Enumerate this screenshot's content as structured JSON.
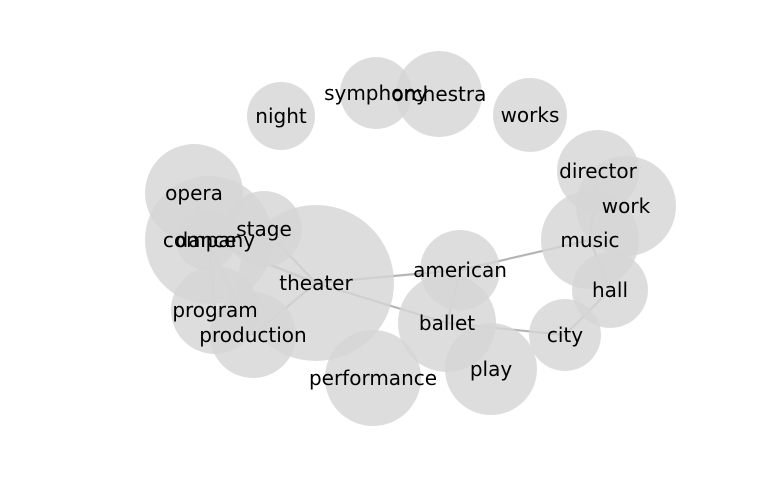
{
  "graph": {
    "colors": {
      "node_fill": "#d6d6d6",
      "edge": "#a8a8a8",
      "label": "#000000",
      "background": "#ffffff"
    },
    "nodes": [
      {
        "id": "theater",
        "label": "theater"
      },
      {
        "id": "company",
        "label": "company"
      },
      {
        "id": "dance",
        "label": "dance"
      },
      {
        "id": "opera",
        "label": "opera"
      },
      {
        "id": "stage",
        "label": "stage"
      },
      {
        "id": "program",
        "label": "program"
      },
      {
        "id": "production",
        "label": "production"
      },
      {
        "id": "performance",
        "label": "performance"
      },
      {
        "id": "ballet",
        "label": "ballet"
      },
      {
        "id": "play",
        "label": "play"
      },
      {
        "id": "american",
        "label": "american"
      },
      {
        "id": "music",
        "label": "music"
      },
      {
        "id": "work",
        "label": "work"
      },
      {
        "id": "director",
        "label": "director"
      },
      {
        "id": "hall",
        "label": "hall"
      },
      {
        "id": "city",
        "label": "city"
      },
      {
        "id": "night",
        "label": "night"
      },
      {
        "id": "symphony",
        "label": "symphony"
      },
      {
        "id": "orchestra",
        "label": "orchestra"
      },
      {
        "id": "works",
        "label": "works"
      }
    ],
    "edges": [
      [
        "theater",
        "company"
      ],
      [
        "theater",
        "dance"
      ],
      [
        "theater",
        "stage"
      ],
      [
        "theater",
        "production"
      ],
      [
        "theater",
        "american"
      ],
      [
        "theater",
        "ballet"
      ],
      [
        "company",
        "stage"
      ],
      [
        "company",
        "dance"
      ],
      [
        "company",
        "program"
      ],
      [
        "dance",
        "opera"
      ],
      [
        "dance",
        "production"
      ],
      [
        "ballet",
        "american"
      ],
      [
        "ballet",
        "city"
      ],
      [
        "american",
        "music"
      ],
      [
        "music",
        "director"
      ],
      [
        "music",
        "hall"
      ],
      [
        "hall",
        "city"
      ]
    ]
  }
}
